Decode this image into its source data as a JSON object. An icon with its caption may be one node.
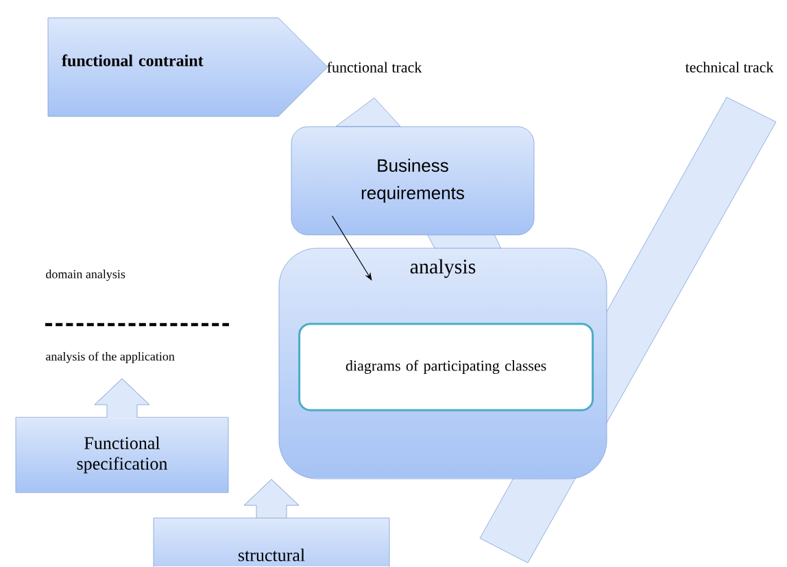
{
  "diagram": {
    "nodes": [
      {
        "text": [
          "functional contraint"
        ]
      },
      {
        "text": [
          "functional track"
        ]
      },
      {
        "text": [
          "technical track"
        ]
      },
      {
        "text": [
          "Business requirements"
        ]
      },
      {
        "text": [
          "analysis"
        ]
      },
      {
        "text": [
          "diagrams of participating classes"
        ],
        "in": 4
      },
      {
        "text": [
          "Functional specification"
        ]
      },
      {
        "text": [
          "structural"
        ]
      }
    ],
    "edges": [
      {
        "from": 3,
        "to": 4,
        "arrow": "to"
      },
      {
        "from": 3,
        "to": 1,
        "arrow": "to",
        "style": "thick",
        "color": "#7b9ed3"
      }
    ],
    "labels": [
      "domain analysis",
      "analysis of the application"
    ]
  }
}
